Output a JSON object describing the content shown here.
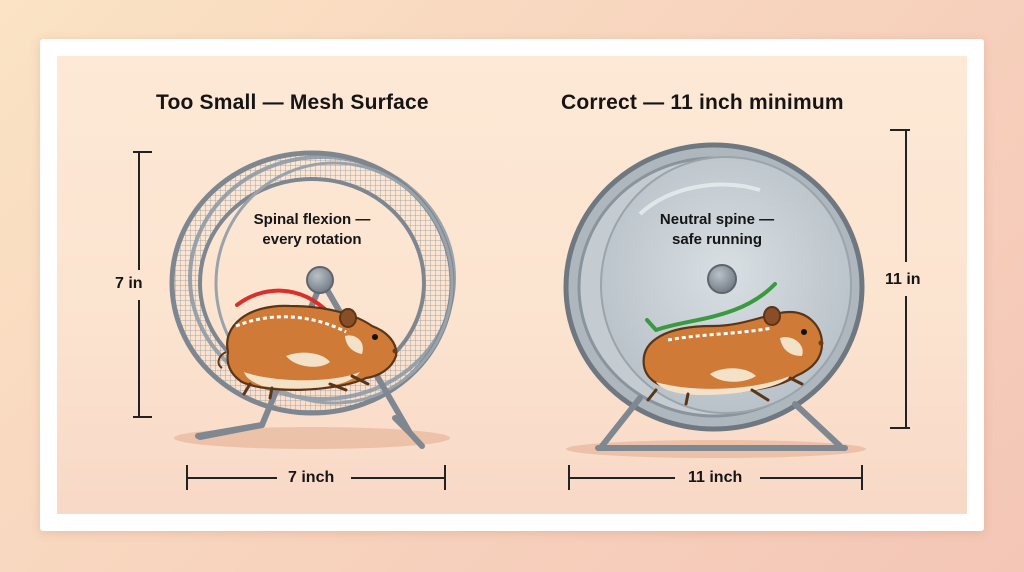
{
  "left_panel": {
    "title": "Too Small — Mesh Surface",
    "annotation_line1": "Spinal flexion —",
    "annotation_line2": "every rotation",
    "height_label": "7 in",
    "width_label": "7 inch"
  },
  "right_panel": {
    "title": "Correct — 11 inch minimum",
    "annotation_line1": "Neutral spine —",
    "annotation_line2": "safe running",
    "height_label": "11 in",
    "width_label": "11 inch"
  },
  "colors": {
    "bad_indicator": "#d9302c",
    "good_indicator": "#3a9a3f",
    "hamster_fur": "#cf7a37",
    "wheel_metal": "#8e97a0"
  }
}
